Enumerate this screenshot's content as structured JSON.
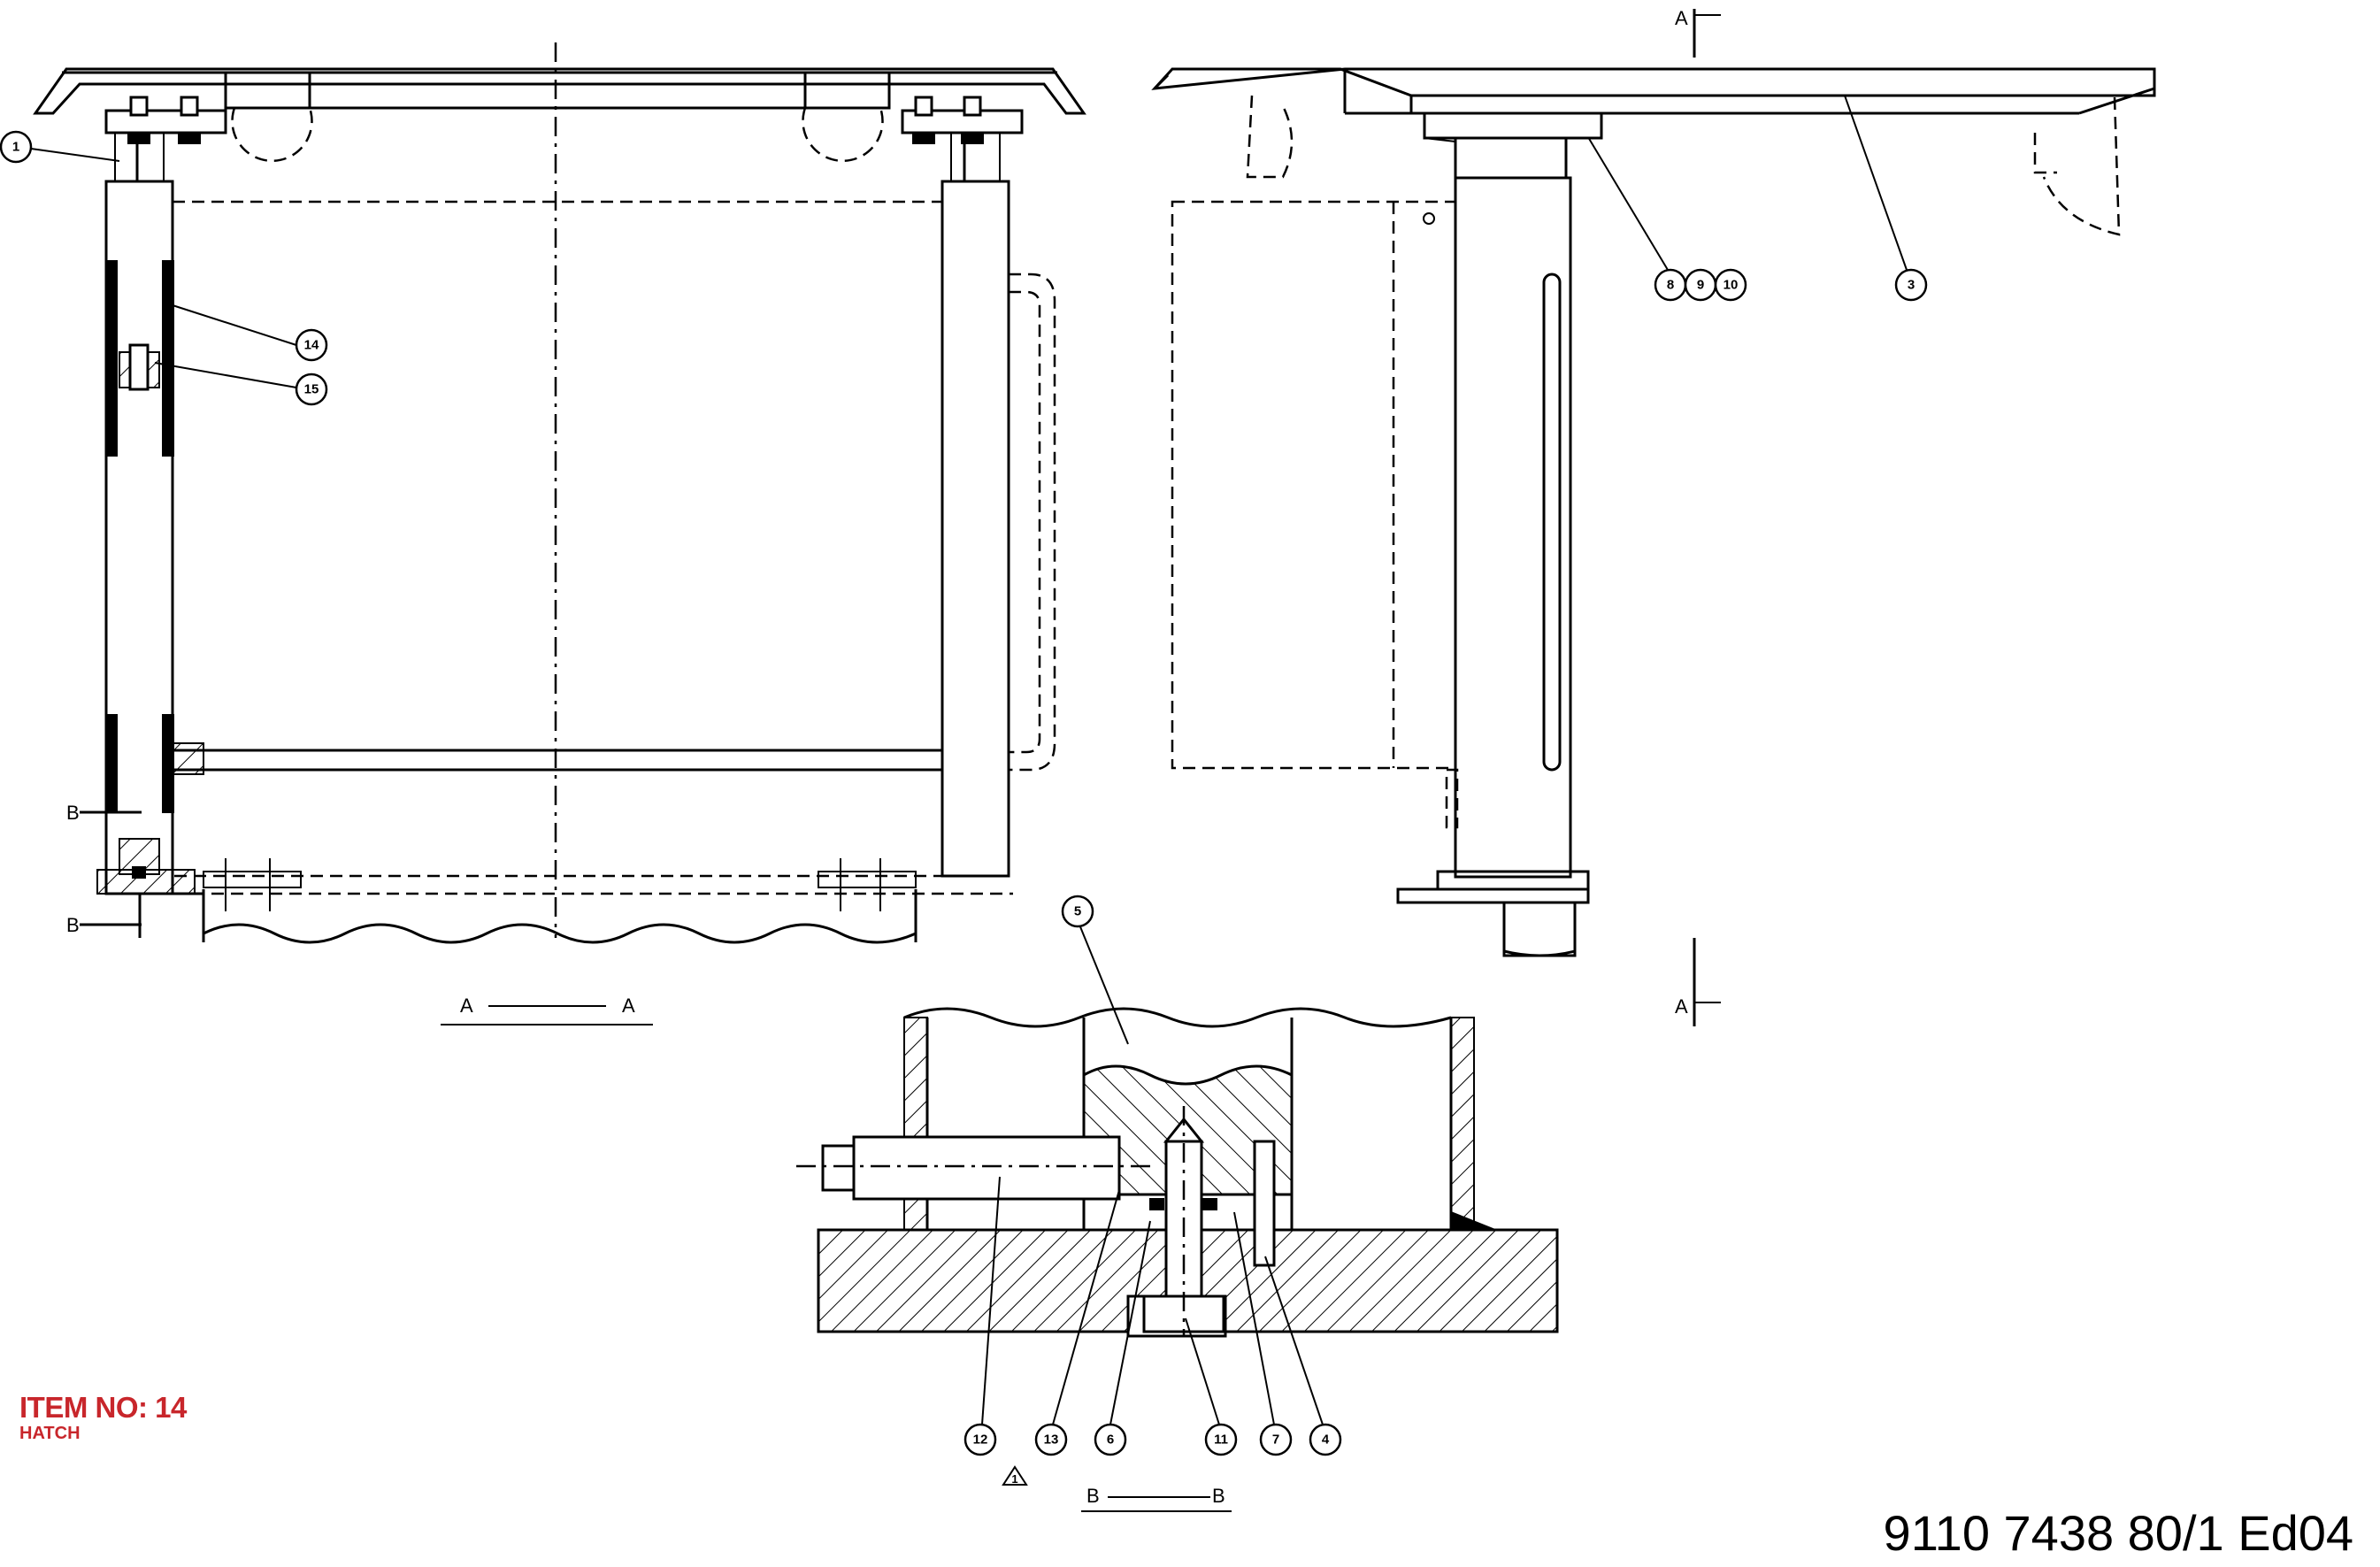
{
  "item": {
    "label": "ITEM NO: 14",
    "sub": "HATCH"
  },
  "document": {
    "number": "9110 7438 80/1  Ed04"
  },
  "section_markers": {
    "a": "A",
    "b": "B"
  },
  "balloons": [
    {
      "id": "1",
      "text": "1"
    },
    {
      "id": "14",
      "text": "14"
    },
    {
      "id": "15",
      "text": "15"
    },
    {
      "id": "8",
      "text": "8"
    },
    {
      "id": "9",
      "text": "9"
    },
    {
      "id": "10",
      "text": "10"
    },
    {
      "id": "3",
      "text": "3"
    },
    {
      "id": "5",
      "text": "5"
    },
    {
      "id": "12",
      "text": "12"
    },
    {
      "id": "13",
      "text": "13"
    },
    {
      "id": "6",
      "text": "6"
    },
    {
      "id": "11",
      "text": "11"
    },
    {
      "id": "7",
      "text": "7"
    },
    {
      "id": "4",
      "text": "4"
    }
  ],
  "revision_mark": "1"
}
